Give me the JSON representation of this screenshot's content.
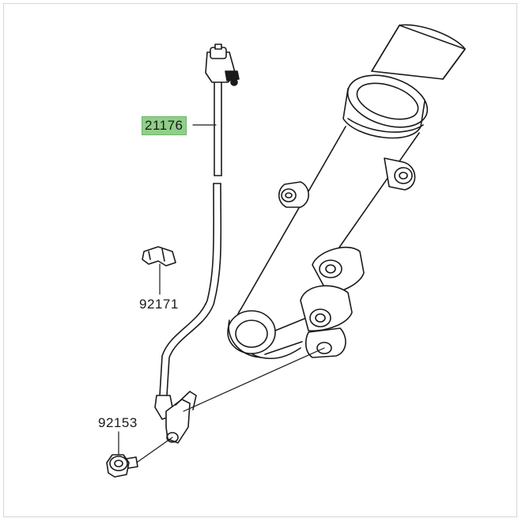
{
  "parts": [
    {
      "number": "21176",
      "highlighted": true
    },
    {
      "number": "92171",
      "highlighted": false
    },
    {
      "number": "92153",
      "highlighted": false
    }
  ],
  "colors": {
    "line": "#1a1a1a",
    "highlight": "#8fcf88"
  }
}
